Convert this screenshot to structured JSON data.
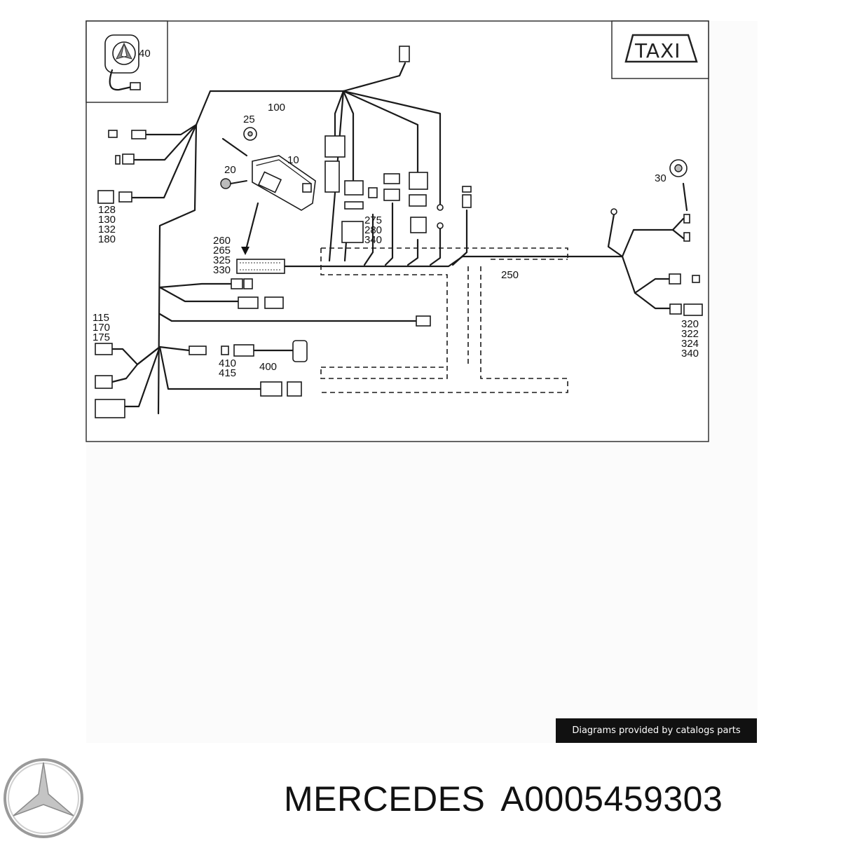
{
  "diagram": {
    "taxi_sign": "TAXI",
    "callouts": {
      "c40": "40",
      "c100": "100",
      "c25": "25",
      "c10": "10",
      "c20": "20",
      "c30": "30",
      "group_128": [
        "128",
        "130",
        "132",
        "180"
      ],
      "group_260": [
        "260",
        "265",
        "325",
        "330"
      ],
      "group_275": [
        "275",
        "280",
        "340"
      ],
      "c250": "250",
      "group_115": [
        "115",
        "170",
        "175"
      ],
      "group_410": [
        "410",
        "415"
      ],
      "c400": "400",
      "group_320": [
        "320",
        "322",
        "324",
        "340"
      ]
    }
  },
  "credit": "Diagrams provided by catalogs parts",
  "footer": {
    "brand": "MERCEDES",
    "part_number": "A0005459303"
  },
  "colors": {
    "line": "#1a1a1a",
    "background": "#ffffff",
    "credit_bg": "#111111",
    "credit_text": "#ffffff"
  },
  "icons": {
    "logo": "mercedes-star-logo"
  }
}
